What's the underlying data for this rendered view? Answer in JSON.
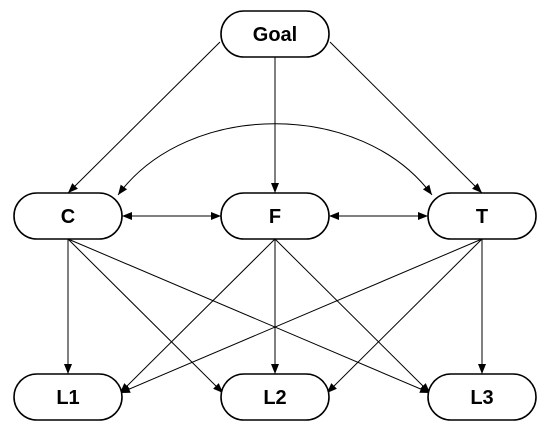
{
  "diagram": {
    "nodes": [
      {
        "id": "goal",
        "label": "Goal"
      },
      {
        "id": "c",
        "label": "C"
      },
      {
        "id": "f",
        "label": "F"
      },
      {
        "id": "t",
        "label": "T"
      },
      {
        "id": "l1",
        "label": "L1"
      },
      {
        "id": "l2",
        "label": "L2"
      },
      {
        "id": "l3",
        "label": "L3"
      }
    ],
    "edges": [
      {
        "from": "goal",
        "to": "c",
        "type": "directed"
      },
      {
        "from": "goal",
        "to": "f",
        "type": "directed"
      },
      {
        "from": "goal",
        "to": "t",
        "type": "directed"
      },
      {
        "from": "c",
        "to": "f",
        "type": "bidirectional"
      },
      {
        "from": "f",
        "to": "t",
        "type": "bidirectional"
      },
      {
        "from": "c",
        "to": "t",
        "type": "bidirectional",
        "shape": "curved"
      },
      {
        "from": "c",
        "to": "l1",
        "type": "directed"
      },
      {
        "from": "c",
        "to": "l2",
        "type": "directed"
      },
      {
        "from": "c",
        "to": "l3",
        "type": "directed"
      },
      {
        "from": "f",
        "to": "l1",
        "type": "directed"
      },
      {
        "from": "f",
        "to": "l2",
        "type": "directed"
      },
      {
        "from": "f",
        "to": "l3",
        "type": "directed"
      },
      {
        "from": "t",
        "to": "l1",
        "type": "directed"
      },
      {
        "from": "t",
        "to": "l2",
        "type": "directed"
      },
      {
        "from": "t",
        "to": "l3",
        "type": "directed"
      }
    ],
    "colors": {
      "stroke": "#000000",
      "fill": "#ffffff",
      "text": "#000000"
    }
  }
}
